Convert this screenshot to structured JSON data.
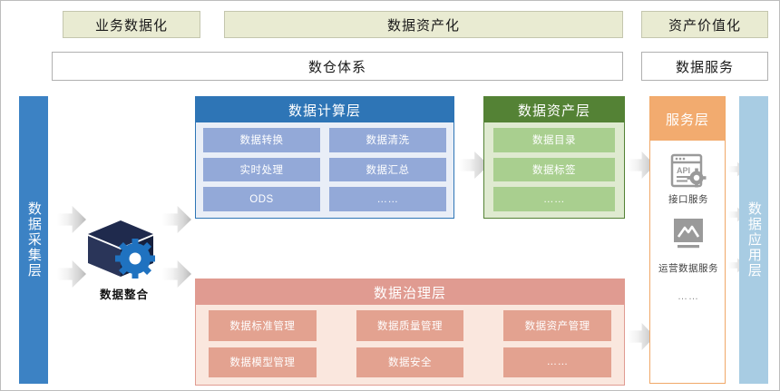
{
  "phases": [
    {
      "label": "业务数据化"
    },
    {
      "label": "数据资产化"
    },
    {
      "label": "资产价值化"
    }
  ],
  "subbars": [
    {
      "label": "数仓体系"
    },
    {
      "label": "数据服务"
    }
  ],
  "collection_layer": {
    "label": "数据采集层"
  },
  "integration": {
    "label": "数据整合",
    "cube_icon": "cube-icon",
    "gear_icon": "gear-icon"
  },
  "compute_layer": {
    "title": "数据计算层",
    "cells": [
      "数据转换",
      "数据清洗",
      "实时处理",
      "数据汇总",
      "ODS",
      "……"
    ]
  },
  "asset_layer": {
    "title": "数据资产层",
    "cells": [
      "数据目录",
      "数据标签",
      "……"
    ]
  },
  "governance_layer": {
    "title": "数据治理层",
    "cells": [
      "数据标准管理",
      "数据质量管理",
      "数据资产管理",
      "数据模型管理",
      "数据安全",
      "……"
    ]
  },
  "service_layer": {
    "title": "服务层",
    "items": [
      {
        "icon": "api-window-gear-icon",
        "label": "接口服务"
      },
      {
        "icon": "monitor-chart-icon",
        "label": "运营数据服务"
      }
    ],
    "more": "……"
  },
  "application_layer": {
    "label": "数据应用层"
  },
  "colors": {
    "phase_bg": "#e9ebd2",
    "collect_blue": "#3c82c4",
    "compute_blue": "#2e75b6",
    "compute_cell": "#93a9d8",
    "asset_green": "#548235",
    "asset_cell": "#a9cf8f",
    "gov_salmon": "#e09b91",
    "gov_cell": "#e3a290",
    "service_orange": "#f2ab6f",
    "app_blue": "#a8cce3",
    "cube_navy": "#1f2a4d",
    "gear_blue": "#1f72c0"
  }
}
